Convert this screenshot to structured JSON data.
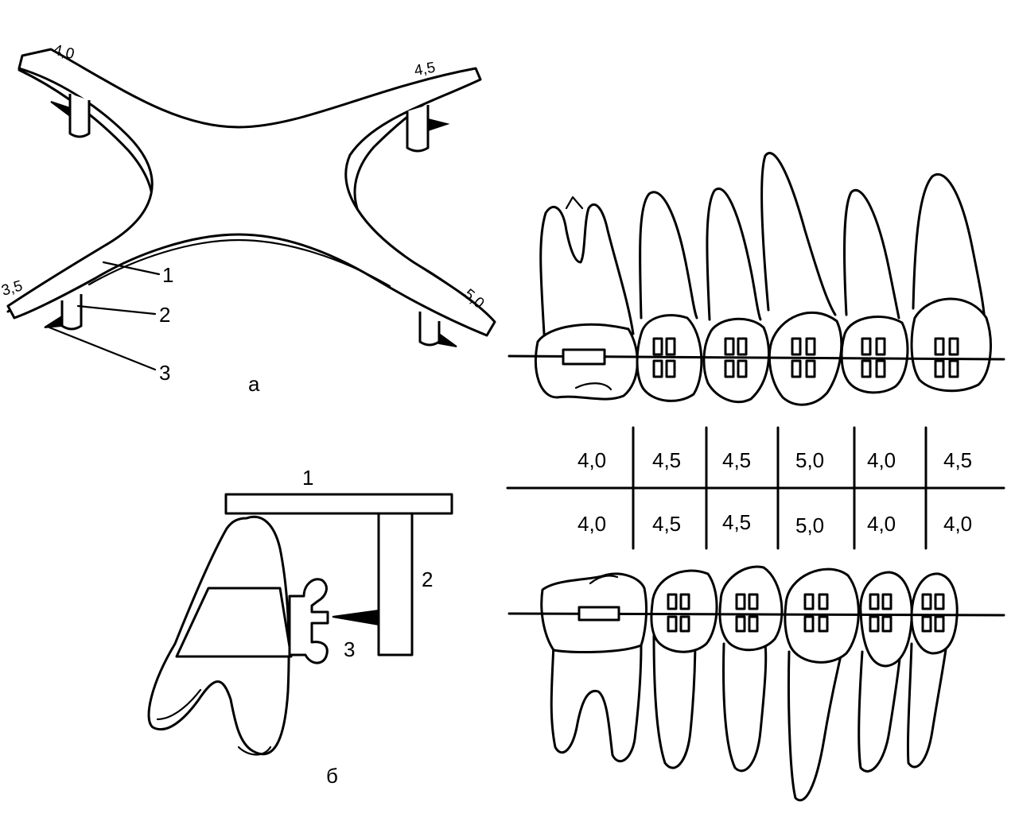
{
  "figure_a": {
    "label": "а",
    "ends": {
      "top_left": "4,0",
      "top_right": "4,5",
      "bottom_left": "3,5",
      "bottom_right": "5,0"
    },
    "callouts": [
      "1",
      "2",
      "3"
    ]
  },
  "figure_b": {
    "label": "б",
    "callouts": [
      "1",
      "2",
      "3"
    ]
  },
  "table": {
    "upper_row": [
      "4,0",
      "4,5",
      "4,5",
      "5,0",
      "4,0",
      "4,5"
    ],
    "lower_row": [
      "4,0",
      "4,5",
      "4,5",
      "5,0",
      "4,0",
      "4,0"
    ]
  }
}
